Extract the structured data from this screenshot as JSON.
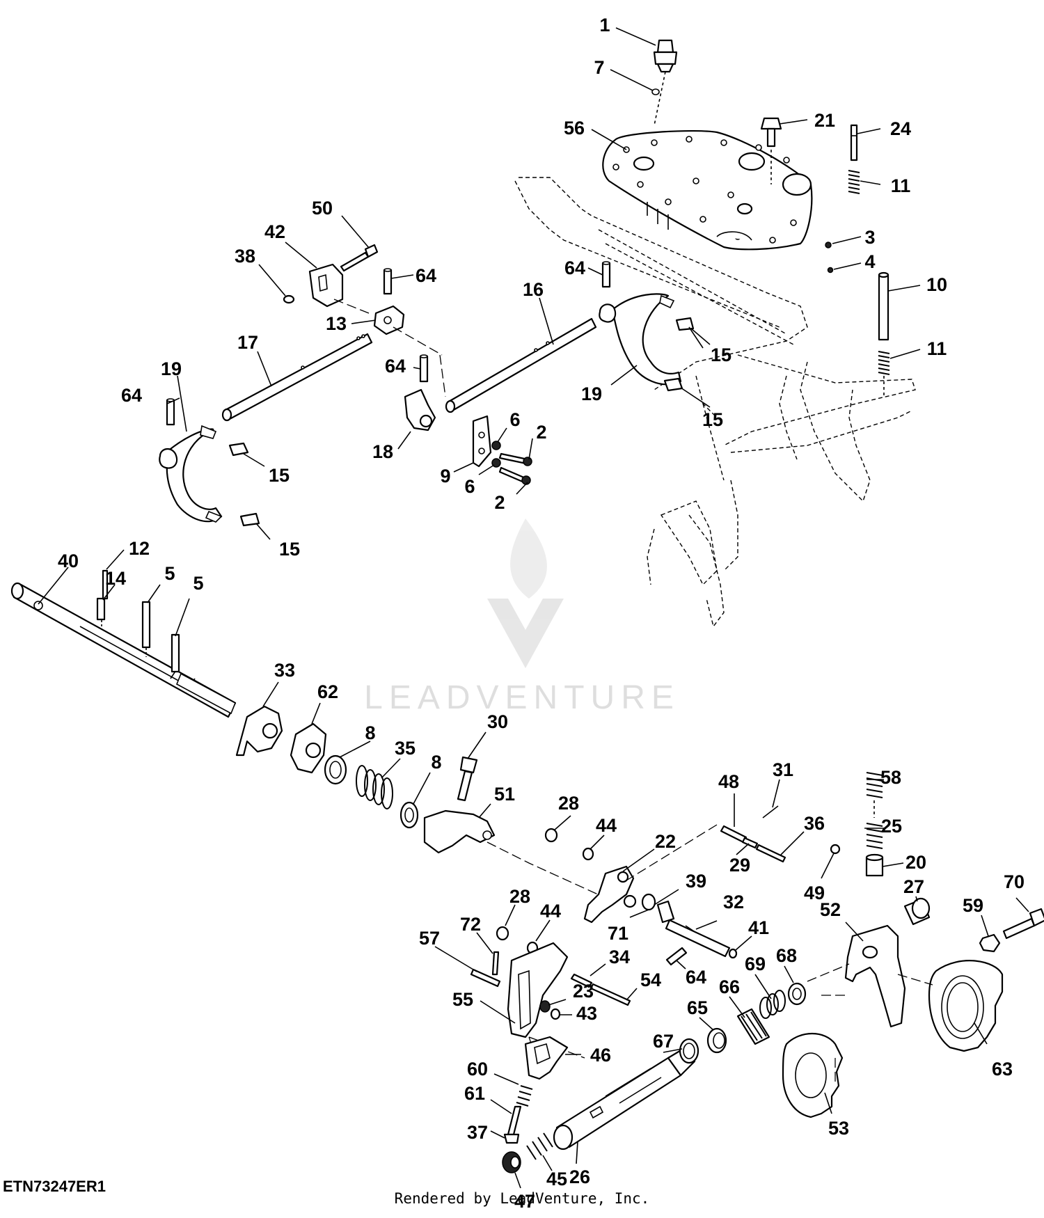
{
  "diagram": {
    "id_label": "ETN73247ER1",
    "credit": "Rendered by LeadVenture, Inc.",
    "watermark": "LEADVENTURE",
    "callouts": [
      "1",
      "7",
      "56",
      "21",
      "24",
      "11",
      "3",
      "4",
      "10",
      "11",
      "50",
      "42",
      "38",
      "64",
      "13",
      "17",
      "16",
      "64",
      "15",
      "19",
      "15",
      "64",
      "64",
      "19",
      "18",
      "6",
      "2",
      "9",
      "6",
      "2",
      "15",
      "15",
      "12",
      "40",
      "14",
      "5",
      "5",
      "33",
      "62",
      "8",
      "35",
      "30",
      "8",
      "51",
      "28",
      "44",
      "22",
      "48",
      "31",
      "36",
      "29",
      "58",
      "25",
      "49",
      "20",
      "27",
      "70",
      "59",
      "28",
      "44",
      "39",
      "32",
      "71",
      "41",
      "72",
      "57",
      "34",
      "54",
      "55",
      "23",
      "43",
      "52",
      "64",
      "66",
      "69",
      "68",
      "65",
      "67",
      "46",
      "60",
      "61",
      "37",
      "26",
      "47",
      "45",
      "53",
      "63"
    ]
  }
}
